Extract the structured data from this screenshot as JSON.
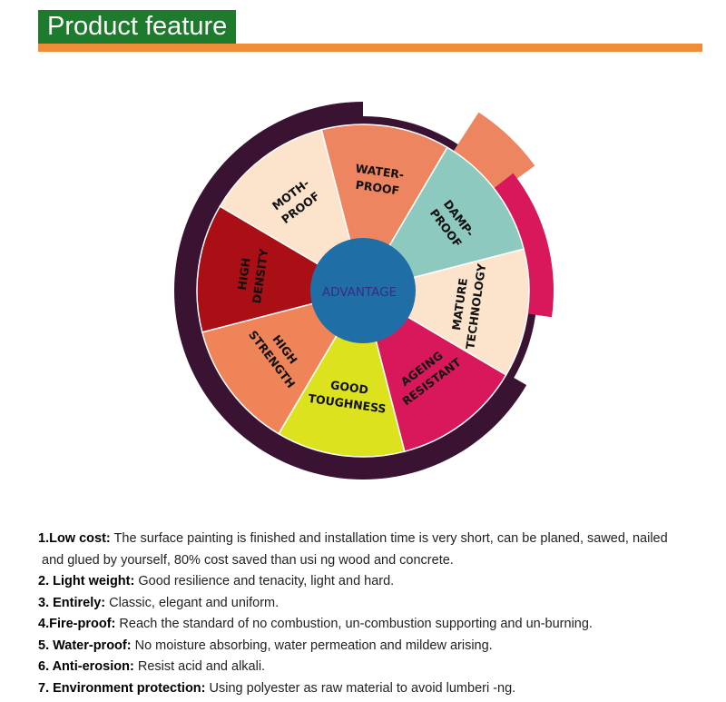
{
  "header": {
    "title": "Product feature"
  },
  "colors": {
    "header_green": "#1e7a2c",
    "rule_orange": "#ee8c38",
    "outer_ring": "#3a1232",
    "center_blue": "#1f6fa6"
  },
  "wheel": {
    "center_label": "ADVANTAGE",
    "segments": [
      {
        "lines": [
          "WATER-",
          "PROOF"
        ],
        "color": "#ee8561"
      },
      {
        "lines": [
          "DAMP-",
          "PROOF"
        ],
        "color": "#8ec9bf"
      },
      {
        "lines": [
          "MATURE",
          "TECHNOLOGY"
        ],
        "color": "#fbe3cc"
      },
      {
        "lines": [
          "AGEING",
          "RESISTANT"
        ],
        "color": "#d8185a"
      },
      {
        "lines": [
          "GOOD",
          "TOUGHNESS"
        ],
        "color": "#dde21f"
      },
      {
        "lines": [
          "HIGH",
          "STRENGTH"
        ],
        "color": "#ef8459"
      },
      {
        "lines": [
          "HIGH",
          "DENSITY"
        ],
        "color": "#a90f14"
      },
      {
        "lines": [
          "MOTH-",
          "PROOF"
        ],
        "color": "#fbe3cc"
      }
    ],
    "accents": [
      {
        "color": "#ee8561"
      },
      {
        "color": "#d8185a"
      }
    ]
  },
  "features": [
    {
      "key": "1.Low cost:",
      "text": " The surface painting is finished and installation time is very short, can be planed, sawed, nailed",
      "cont": "and glued by yourself, 80% cost saved than usi ng wood and concrete."
    },
    {
      "key": "2. Light weight:",
      "text": " Good resilience and tenacity, light and hard."
    },
    {
      "key": "3. Entirely:",
      "text": " Classic, elegant and uniform."
    },
    {
      "key": "4.Fire-proof:",
      "text": " Reach the standard of no combustion, un-combustion supporting and un-burning."
    },
    {
      "key": "5. Water-proof:",
      "text": " No moisture absorbing, water permeation and mildew arising."
    },
    {
      "key": "6. Anti-erosion:",
      "text": " Resist acid and alkali."
    },
    {
      "key": "7. Environment protection:",
      "text": " Using polyester as raw material to avoid lumberi -ng."
    }
  ]
}
